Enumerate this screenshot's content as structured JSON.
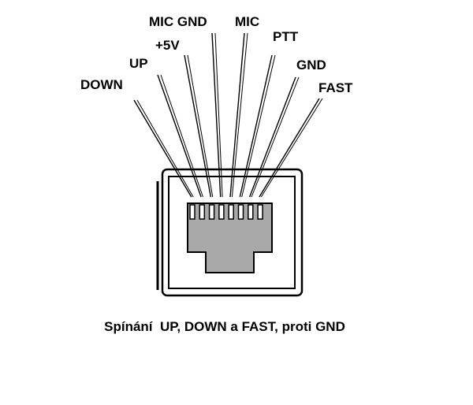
{
  "pins": [
    {
      "label": "DOWN"
    },
    {
      "label": "UP"
    },
    {
      "label": "+5V"
    },
    {
      "label": "MIC GND"
    },
    {
      "label": "MIC"
    },
    {
      "label": "PTT"
    },
    {
      "label": "GND"
    },
    {
      "label": "FAST"
    }
  ],
  "caption": "Spínání  UP, DOWN a FAST, proti GND",
  "colors": {
    "line": "#000000",
    "jack_fill": "#a9a9a9",
    "contact_fill": "#ffffff",
    "background": "#ffffff"
  }
}
